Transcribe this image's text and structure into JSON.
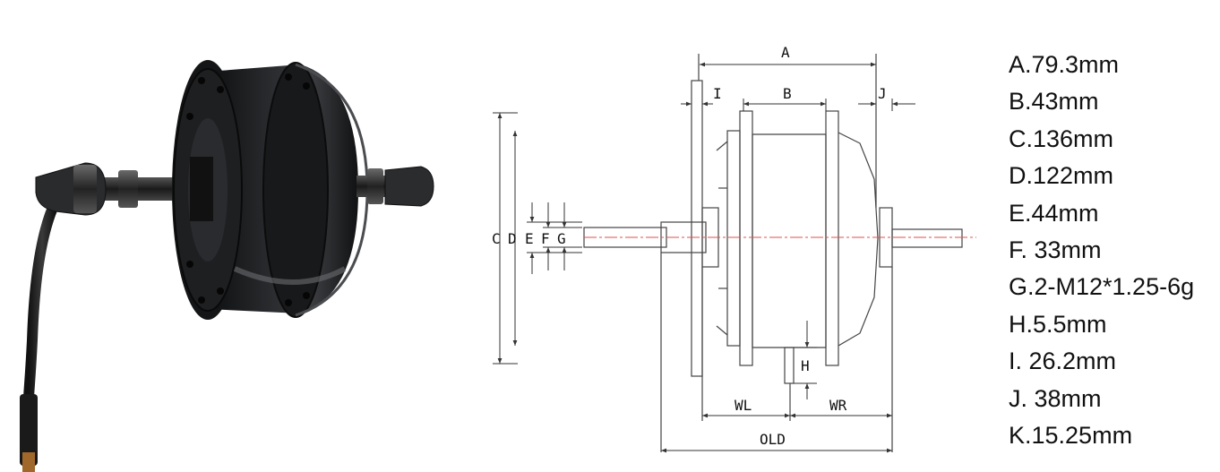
{
  "diagram": {
    "dimension_labels": {
      "A": "A",
      "B": "B",
      "C": "C",
      "D": "D",
      "E": "E",
      "F": "F",
      "G": "G",
      "H": "H",
      "I": "I",
      "J": "J",
      "WL": "WL",
      "WR": "WR",
      "OLD": "OLD"
    }
  },
  "specs": [
    "A.79.3mm",
    "B.43mm",
    "C.136mm",
    "D.122mm",
    "E.44mm",
    "F. 33mm",
    "G.2-M12*1.25-6g",
    "H.5.5mm",
    "I. 26.2mm",
    "J. 38mm",
    "K.15.25mm"
  ],
  "colors": {
    "motor_body": "#1c1d1f",
    "line": "#333333",
    "centerline": "#d9534f"
  }
}
